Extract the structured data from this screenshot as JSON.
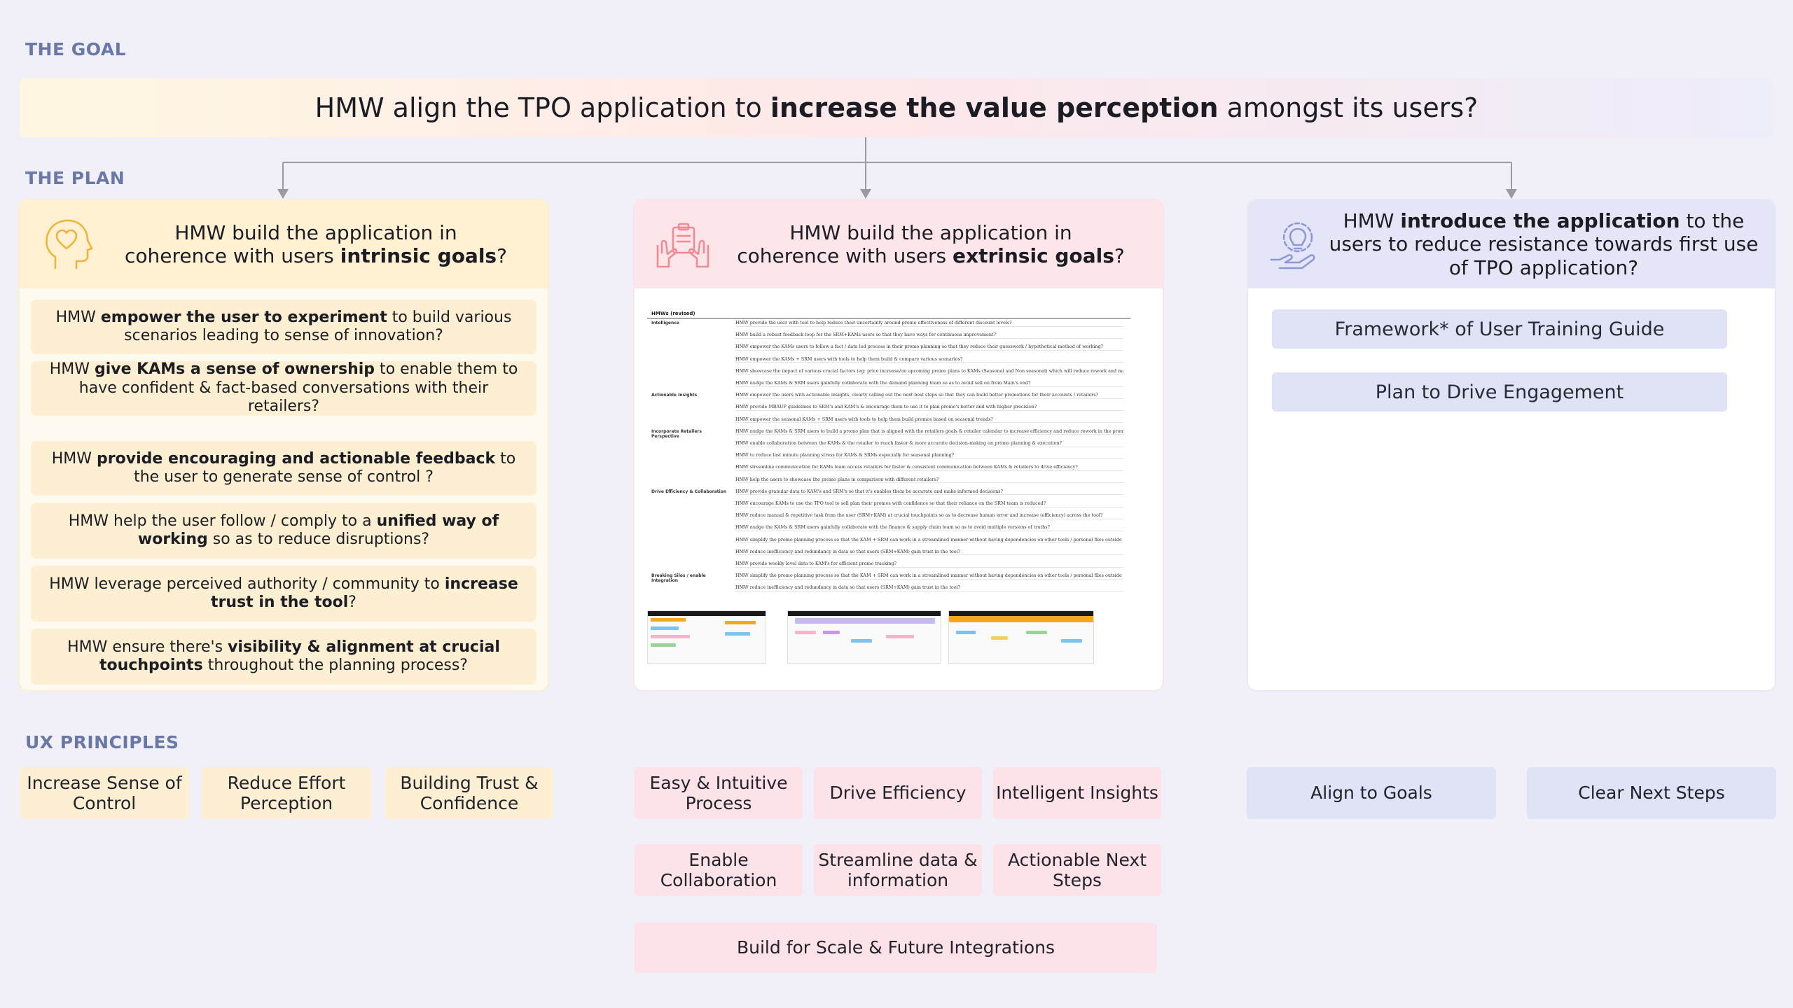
{
  "labels": {
    "goal": "THE GOAL",
    "plan": "THE PLAN",
    "ux": "UX PRINCIPLES"
  },
  "goal": {
    "pre": "HMW align the TPO application to ",
    "bold": "increase the value perception",
    "post": " amongst its users?"
  },
  "columns": {
    "intrinsic": {
      "icon": "head-heart-icon",
      "line1": "HMW build the application in",
      "line2_pre": "coherence with users ",
      "line2_bold": "intrinsic goals",
      "line2_post": "?",
      "items": [
        {
          "pre": "HMW ",
          "bold": "empower the user to experiment",
          "post": " to build various scenarios leading to sense of innovation?"
        },
        {
          "pre": "HMW ",
          "bold": "give KAMs a sense of ownership",
          "post": " to enable them to have confident & fact-based conversations with their retailers?"
        },
        {
          "pre": "HMW ",
          "bold": "provide encouraging and actionable feedback",
          "post": " to the user to generate sense of control ?"
        },
        {
          "pre": "HMW help the user follow / comply to a ",
          "bold": "unified way of working",
          "post": " so as to reduce disruptions?"
        },
        {
          "pre": "HMW leverage perceived authority / community to ",
          "bold": "increase trust in the tool",
          "post": "?"
        },
        {
          "pre": "HMW ensure there's ",
          "bold": "visibility & alignment at crucial touchpoints",
          "post": " throughout the planning process?"
        }
      ]
    },
    "extrinsic": {
      "icon": "hands-clipboard-icon",
      "line1": "HMW build the application in",
      "line2_pre": "coherence with users ",
      "line2_bold": "extrinsic goals",
      "line2_post": "?",
      "doc": {
        "title": "HMWs (revised)",
        "rows": [
          {
            "cat": "Intelligence",
            "text": "HMW provide the user with tool to help reduce their uncertainty around promo effectiveness of different discount levels?"
          },
          {
            "cat": "",
            "text": "HMW build a robust feedback loop for the SRM+KAMs users so that they have ways for continuous improvement?"
          },
          {
            "cat": "",
            "text": "HMW empower the KAMs users to follow a fact / data led process in their promo planning so that they reduce their guesswork / hypothetical method of working?"
          },
          {
            "cat": "",
            "text": "HMW empower the KAMs + SRM users with tools to help them build & compare various scenarios?"
          },
          {
            "cat": "",
            "text": "HMW showcase the impact of various crucial factors (eg: price increase/on upcoming promo plans to KAMs (Seasonal and Non seasonal) which will reduce rework and manual effort?"
          },
          {
            "cat": "",
            "text": "HMW nudge the KAMs & SRM users gainfully collaborate with the demand planning team so as to avoid sell on from Main's end?"
          },
          {
            "cat": "Actionable Insights",
            "text": "HMW empower the users with actionable insights, clearly calling out the next best steps so that they can build better promotions for their accounts / retailers?"
          },
          {
            "cat": "",
            "text": "HMW provide MBAUP guidelines to SRM's and KAM's & encourage them to use it to plan promo's better and with higher precision?"
          },
          {
            "cat": "",
            "text": "HMW empower the seasonal KAMs + SRM users with tools to help them build promos based on seasonal trends?"
          },
          {
            "cat": "Incorporate Retailers Perspective",
            "text": "HMW nudge the KAMs & SRM users to build a promo plan that is aligned with the retailers goals & retailer calendar to increase efficiency and reduce rework in the promo planning process?"
          },
          {
            "cat": "",
            "text": "HMW enable collaboration between the KAMs & the retailer to reach faster & more accurate decision-making on promo planning & execution?"
          },
          {
            "cat": "",
            "text": "HMW to reduce last minute planning stress for KAMs & SRMs especially for seasonal planning?"
          },
          {
            "cat": "",
            "text": "HMW streamline communication for KAMs team access retailers for faster & consistent communication between KAMs & retailers to drive efficiency?"
          },
          {
            "cat": "",
            "text": "HMW help the users to showcase the promo plans in comparison with different retailers?"
          },
          {
            "cat": "Drive Efficiency & Collaboration",
            "text": "HMW provide granular data to KAM's and SRM's so that it's enables them be accurate and make informed decisions?"
          },
          {
            "cat": "",
            "text": "HMW encourage KAMs to use the TPO tool to sell plan their promos with confidence so that their reliance on the SRM team is reduced?"
          },
          {
            "cat": "",
            "text": "HMW reduce manual & repetitive task from the user (SRM+KAM) at crucial touchpoints so as to decrease human error and increase (efficiency) across the tool?"
          },
          {
            "cat": "",
            "text": "HMW nudge the KAMs & SRM users gainfully collaborate with the finance & supply chain team so as to avoid multiple versions of truths?"
          },
          {
            "cat": "",
            "text": "HMW simplify the promo planning process so that the KAM + SRM can work in a streamlined manner without having dependencies on other tools / personal files outside the TPO ecosystem?"
          },
          {
            "cat": "",
            "text": "HMW reduce inefficiency and redundancy in data so that users (SRM+KAM) gain trust in the tool?"
          },
          {
            "cat": "",
            "text": "HMW provide weekly level data to KAM's for efficient promo tracking?"
          },
          {
            "cat": "Breaking Silos / enable Integration",
            "text": "HMW simplify the promo planning process so that the KAM + SRM can work in a streamlined manner without having dependencies on other tools / personal files outside the TPO ecosystem?"
          },
          {
            "cat": "",
            "text": "HMW reduce inefficiency and redundancy in data so that users (SRM+KAM) gain trust in the tool?"
          }
        ]
      }
    },
    "introduce": {
      "icon": "lightbulb-gear-icon",
      "line1_pre": "HMW ",
      "line1_bold": "introduce the application",
      "line1_post": " to the",
      "line2": "users to reduce resistance towards first use",
      "line3": "of TPO application?",
      "items": [
        "Framework* of User Training Guide",
        "Plan to Drive Engagement"
      ]
    }
  },
  "ux_principles": {
    "intrinsic": [
      "Increase Sense of Control",
      "Reduce Effort Perception",
      "Building Trust & Confidence"
    ],
    "extrinsic": [
      "Easy & Intuitive Process",
      "Drive Efficiency",
      "Intelligent Insights",
      "Enable Collaboration",
      "Streamline data & information",
      "Actionable Next Steps",
      "Build for Scale & Future Integrations"
    ],
    "introduce": [
      "Align to Goals",
      "Clear Next Steps"
    ]
  },
  "colors": {
    "label": "#6a78a8",
    "yellow": "#fdefd2",
    "pink": "#fde3e8",
    "blue": "#dfe3f5",
    "connector": "#9a9aa2"
  }
}
